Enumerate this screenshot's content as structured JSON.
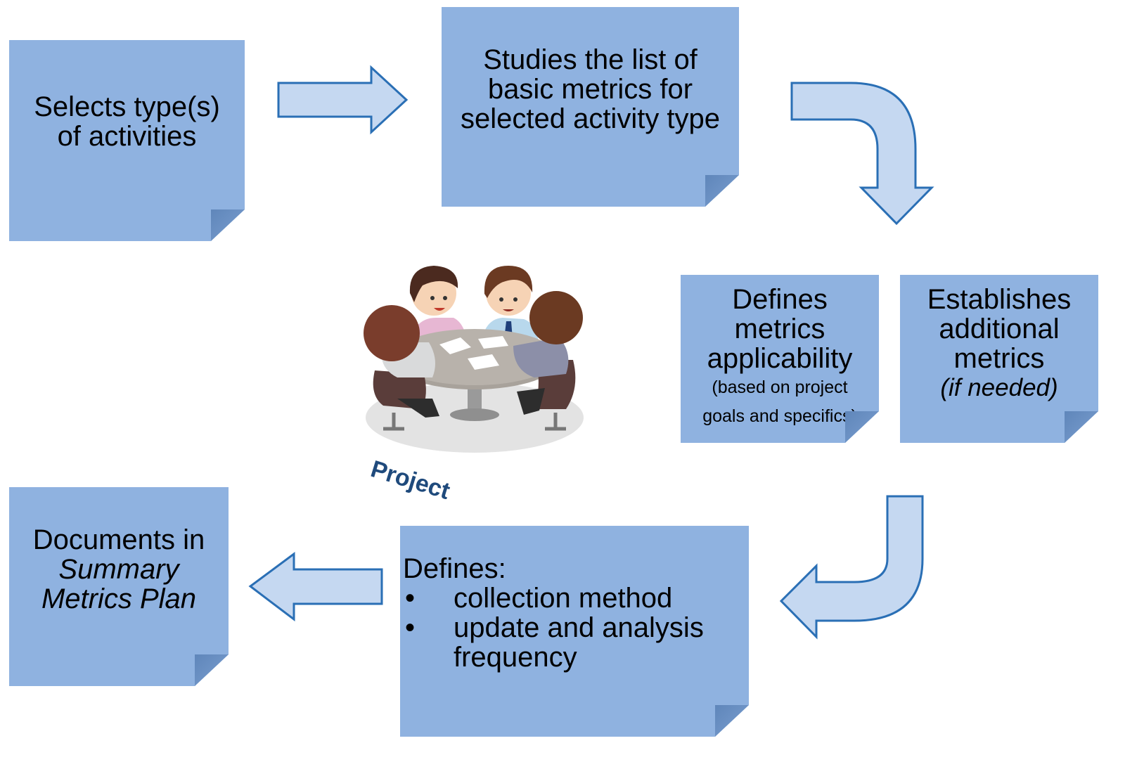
{
  "steps": {
    "select_types": {
      "lines": [
        "Selects type(s)",
        "of activities"
      ]
    },
    "study_metrics": {
      "lines": [
        "Studies the list of",
        "basic metrics for",
        "selected activity type"
      ]
    },
    "define_applicability": {
      "lines": [
        "Defines",
        "metrics",
        "applicability"
      ],
      "note_lines": [
        "(based on project",
        "goals and specifics)"
      ]
    },
    "establish_additional": {
      "lines": [
        "Establishes",
        "additional",
        "metrics"
      ],
      "note": "(if needed)"
    },
    "define_collection": {
      "heading": "Defines:",
      "bullet": "•",
      "items": [
        "collection method",
        "update and analysis",
        "frequency"
      ]
    },
    "document": {
      "line1": "Documents in",
      "italic_lines": [
        "Summary",
        "Metrics Plan"
      ]
    }
  },
  "illustration": {
    "label": "Project"
  },
  "colors": {
    "note_fill": "#8fb2e0",
    "arrow_fill": "#c5d8f1",
    "arrow_stroke": "#2a6fb5",
    "project_label": "#1f4a7c"
  },
  "icons": [
    "meeting-team-illustration",
    "right-arrow",
    "curved-down-arrow",
    "curved-left-arrow",
    "left-arrow"
  ]
}
